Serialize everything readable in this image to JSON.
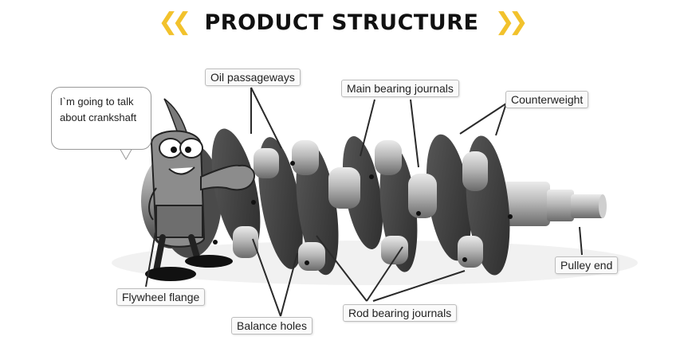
{
  "header": {
    "title": "PRODUCT STRUCTURE",
    "accent_color": "#f2c22c",
    "chevron_left": "❮❮",
    "chevron_right": "❯❯"
  },
  "speech_bubble": {
    "line1": "I`m going to talk",
    "line2": "about crankshaft"
  },
  "labels": {
    "oil_passageways": "Oil passageways",
    "main_bearing_journals": "Main bearing journals",
    "counterweight": "Counterweight",
    "pulley_end": "Pulley end",
    "flywheel_flange": "Flywheel flange",
    "balance_holes": "Balance holes",
    "rod_bearing_journals": "Rod bearing journals"
  },
  "icons": [
    "crankshaft-illustration",
    "cartoon-mascot-icon",
    "chevron-left-icon",
    "chevron-right-icon"
  ]
}
